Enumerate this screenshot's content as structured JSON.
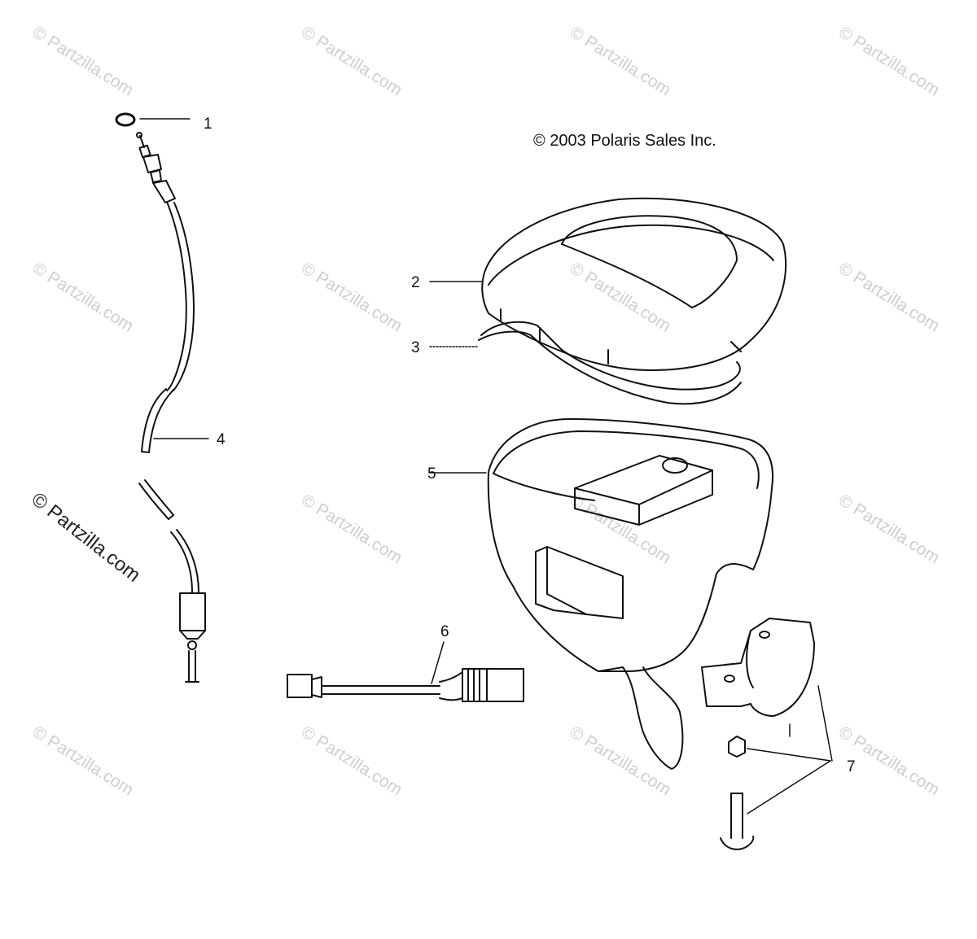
{
  "copyright": "© 2003 Polaris Sales Inc.",
  "watermark": "© Partzilla.com",
  "callouts": {
    "c1": "1",
    "c2": "2",
    "c3": "3",
    "c4": "4",
    "c5": "5",
    "c6": "6",
    "c7": "7"
  },
  "colors": {
    "line": "#111111",
    "watermark": "#cfcfcf"
  }
}
